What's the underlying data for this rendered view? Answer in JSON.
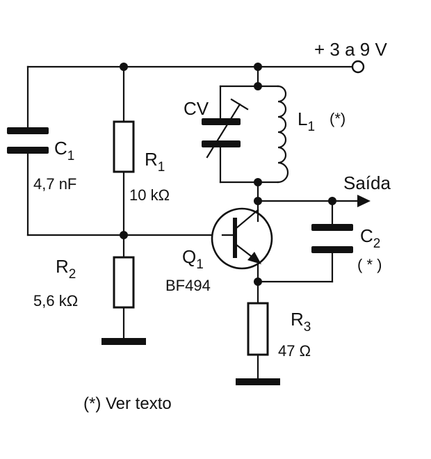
{
  "supply": {
    "label": "+ 3 a 9 V"
  },
  "output": {
    "label": "Saída"
  },
  "components": {
    "c1": {
      "name": "C",
      "index": "1",
      "value": "4,7 nF"
    },
    "r1": {
      "name": "R",
      "index": "1",
      "value": "10 kΩ"
    },
    "cv": {
      "name": "CV"
    },
    "l1": {
      "name": "L",
      "index": "1",
      "note": "(*)"
    },
    "c2": {
      "name": "C",
      "index": "2",
      "note": "( * )"
    },
    "r2": {
      "name": "R",
      "index": "2",
      "value": "5,6 kΩ"
    },
    "q1": {
      "name": "Q",
      "index": "1",
      "part": "BF494"
    },
    "r3": {
      "name": "R",
      "index": "3",
      "value": "47 Ω"
    }
  },
  "footnote": "(*) Ver texto",
  "colors": {
    "ink": "#111111",
    "paper": "#ffffff"
  }
}
